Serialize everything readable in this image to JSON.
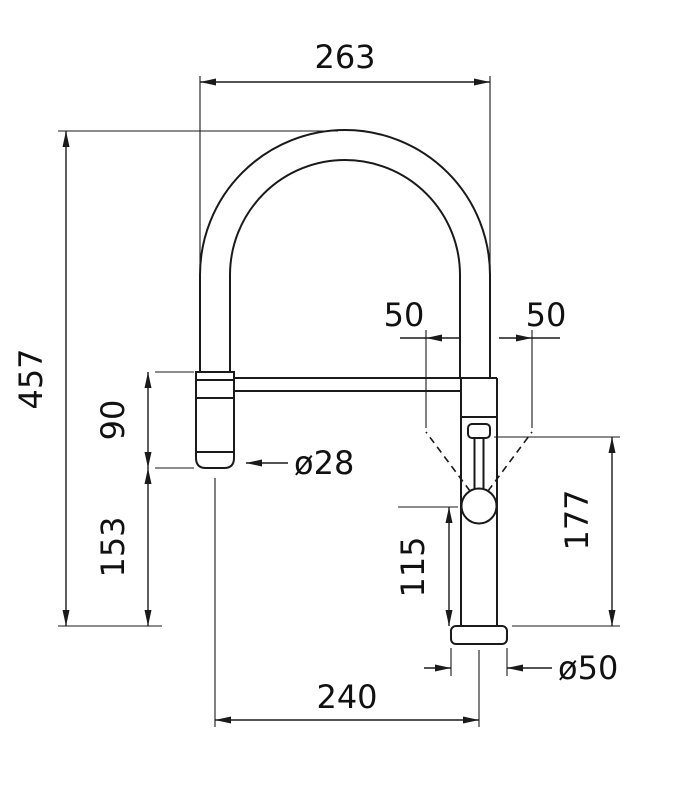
{
  "drawing": {
    "subject": "Kitchen faucet dimensional drawing (front view, semi-pro pull-down spray faucet)",
    "line_color": "#1a1a1a",
    "background_color": "#ffffff"
  },
  "dims": {
    "spout_width": "263",
    "overall_height": "457",
    "lever_swing_left": "50",
    "lever_swing_right": "50",
    "spray_head_length": "90",
    "spray_head_diameter": "ø28",
    "spray_clearance_height": "153",
    "ball_joint_height": "115",
    "lever_top_height": "177",
    "spout_reach": "240",
    "base_diameter": "ø50"
  }
}
